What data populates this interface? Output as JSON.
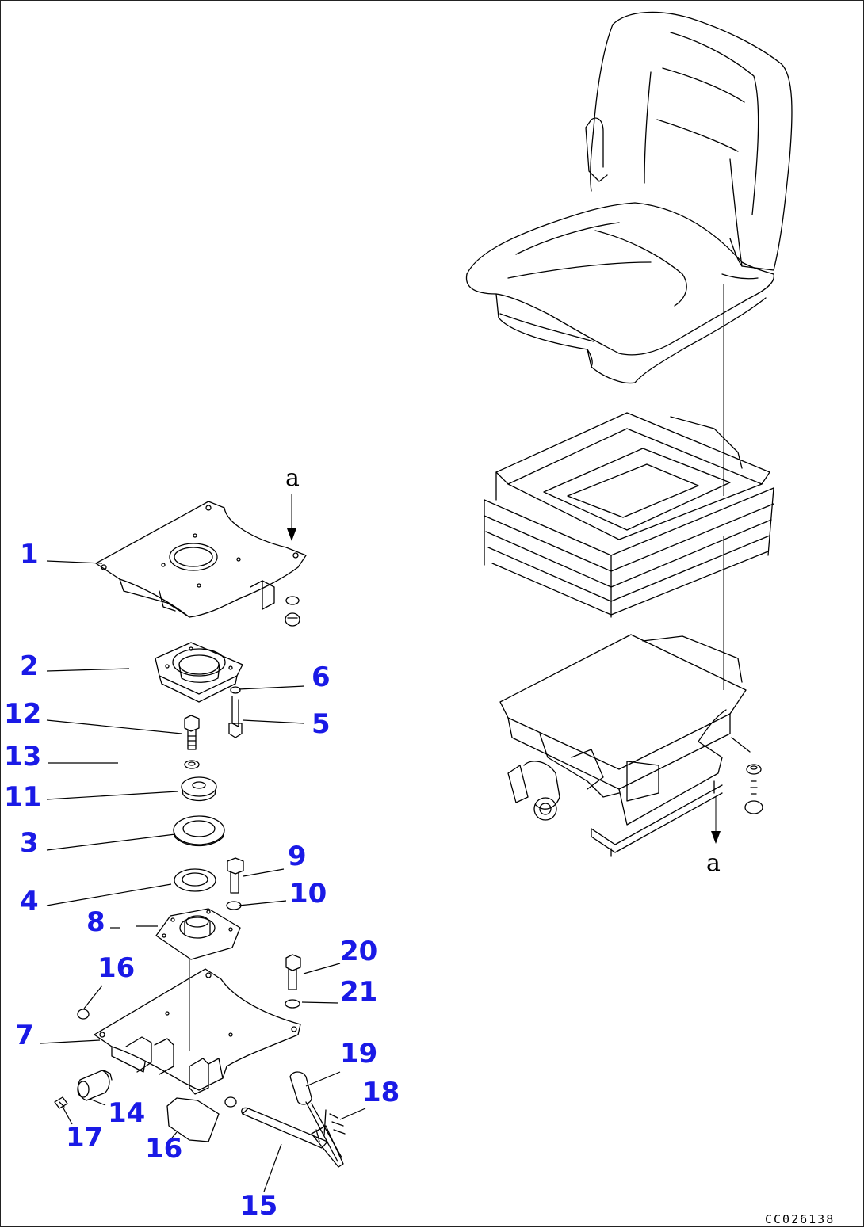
{
  "colors": {
    "callout": "#1a1ae6",
    "line": "#000000",
    "background": "#ffffff"
  },
  "drawing_code": "CC026138",
  "reference_marker": "a",
  "callouts": [
    {
      "id": "1",
      "label": "1"
    },
    {
      "id": "2",
      "label": "2"
    },
    {
      "id": "3",
      "label": "3"
    },
    {
      "id": "4",
      "label": "4"
    },
    {
      "id": "5",
      "label": "5"
    },
    {
      "id": "6",
      "label": "6"
    },
    {
      "id": "7",
      "label": "7"
    },
    {
      "id": "8",
      "label": "8"
    },
    {
      "id": "9",
      "label": "9"
    },
    {
      "id": "10",
      "label": "10"
    },
    {
      "id": "11",
      "label": "11"
    },
    {
      "id": "12",
      "label": "12"
    },
    {
      "id": "13",
      "label": "13"
    },
    {
      "id": "14",
      "label": "14"
    },
    {
      "id": "15",
      "label": "15"
    },
    {
      "id": "16a",
      "label": "16"
    },
    {
      "id": "16b",
      "label": "16"
    },
    {
      "id": "17",
      "label": "17"
    },
    {
      "id": "18",
      "label": "18"
    },
    {
      "id": "19",
      "label": "19"
    },
    {
      "id": "20",
      "label": "20"
    },
    {
      "id": "21",
      "label": "21"
    }
  ]
}
